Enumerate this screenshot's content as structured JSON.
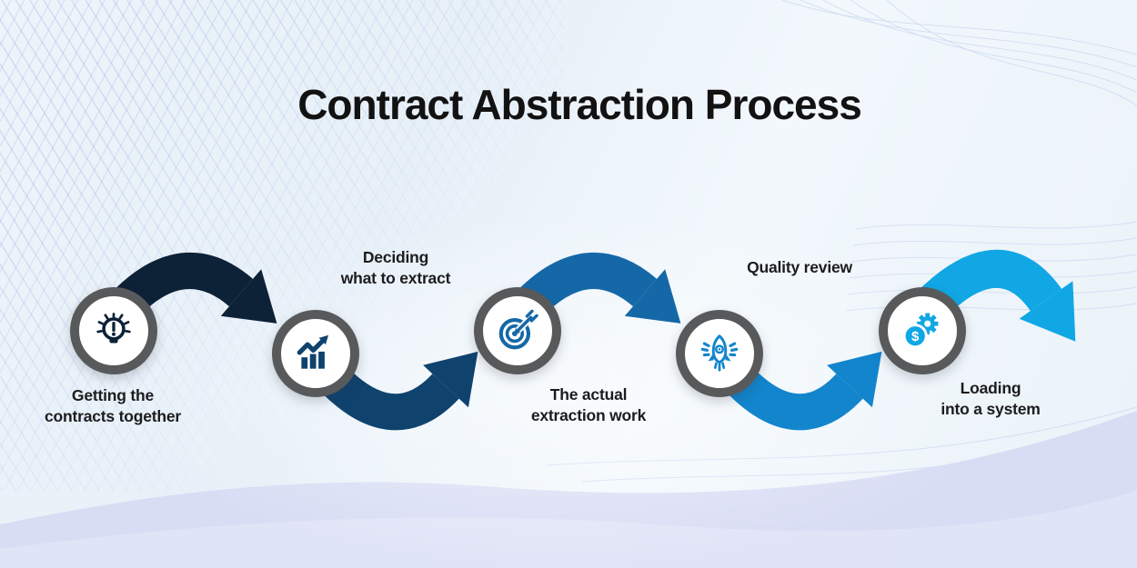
{
  "title": "Contract Abstraction Process",
  "circle_ring_color": "#58595b",
  "background": {
    "base_color": "#eaf2f9",
    "bottom_wave_color": "#d7dbf3",
    "mesh_line_color": "#96aae1"
  },
  "steps": [
    {
      "label": "Getting the\ncontracts together",
      "icon": "lightbulb-alert-icon",
      "color": "#0d2137",
      "label_position": "below"
    },
    {
      "label": "Deciding\nwhat to extract",
      "icon": "growth-chart-icon",
      "color": "#0f436e",
      "label_position": "above"
    },
    {
      "label": "The actual\nextraction work",
      "icon": "target-dart-icon",
      "color": "#1568a7",
      "label_position": "below"
    },
    {
      "label": "Quality review",
      "icon": "rocket-icon",
      "color": "#1385cc",
      "label_position": "above"
    },
    {
      "label": "Loading\ninto a system",
      "icon": "gear-dollar-icon",
      "color": "#10a7e4",
      "label_position": "below"
    }
  ],
  "arrows": [
    {
      "color": "#0d2137"
    },
    {
      "color": "#0f436e"
    },
    {
      "color": "#1568a7"
    },
    {
      "color": "#1385cc"
    },
    {
      "color": "#10a7e4"
    }
  ]
}
